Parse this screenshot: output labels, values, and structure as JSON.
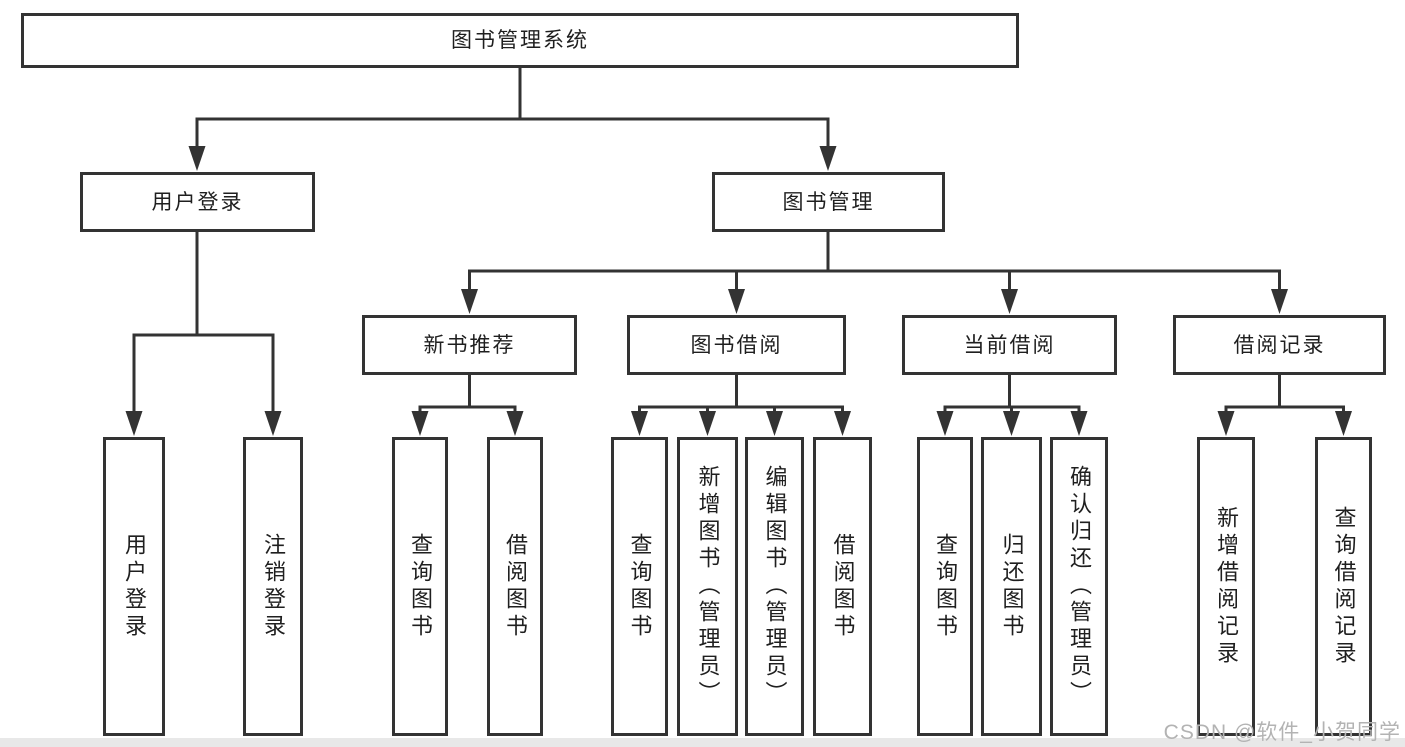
{
  "tree": {
    "label": "图书管理系统",
    "children": [
      {
        "label": "用户登录",
        "children": [
          {
            "label": "用户登录"
          },
          {
            "label": "注销登录"
          }
        ]
      },
      {
        "label": "图书管理",
        "children": [
          {
            "label": "新书推荐",
            "children": [
              {
                "label": "查询图书"
              },
              {
                "label": "借阅图书"
              }
            ]
          },
          {
            "label": "图书借阅",
            "children": [
              {
                "label": "查询图书"
              },
              {
                "label": "新增图书（管理员）"
              },
              {
                "label": "编辑图书（管理员）"
              },
              {
                "label": "借阅图书"
              }
            ]
          },
          {
            "label": "当前借阅",
            "children": [
              {
                "label": "查询图书"
              },
              {
                "label": "归还图书"
              },
              {
                "label": "确认归还（管理员）"
              }
            ]
          },
          {
            "label": "借阅记录",
            "children": [
              {
                "label": "新增借阅记录"
              },
              {
                "label": "查询借阅记录"
              }
            ]
          }
        ]
      }
    ]
  },
  "watermark": "CSDN @软件_小贺同学",
  "colors": {
    "line": "#333333",
    "box_border": "#333333",
    "text": "#1f1f1f",
    "watermark_text": "#b3b3b3",
    "footer_strip": "#e8e8e8"
  }
}
